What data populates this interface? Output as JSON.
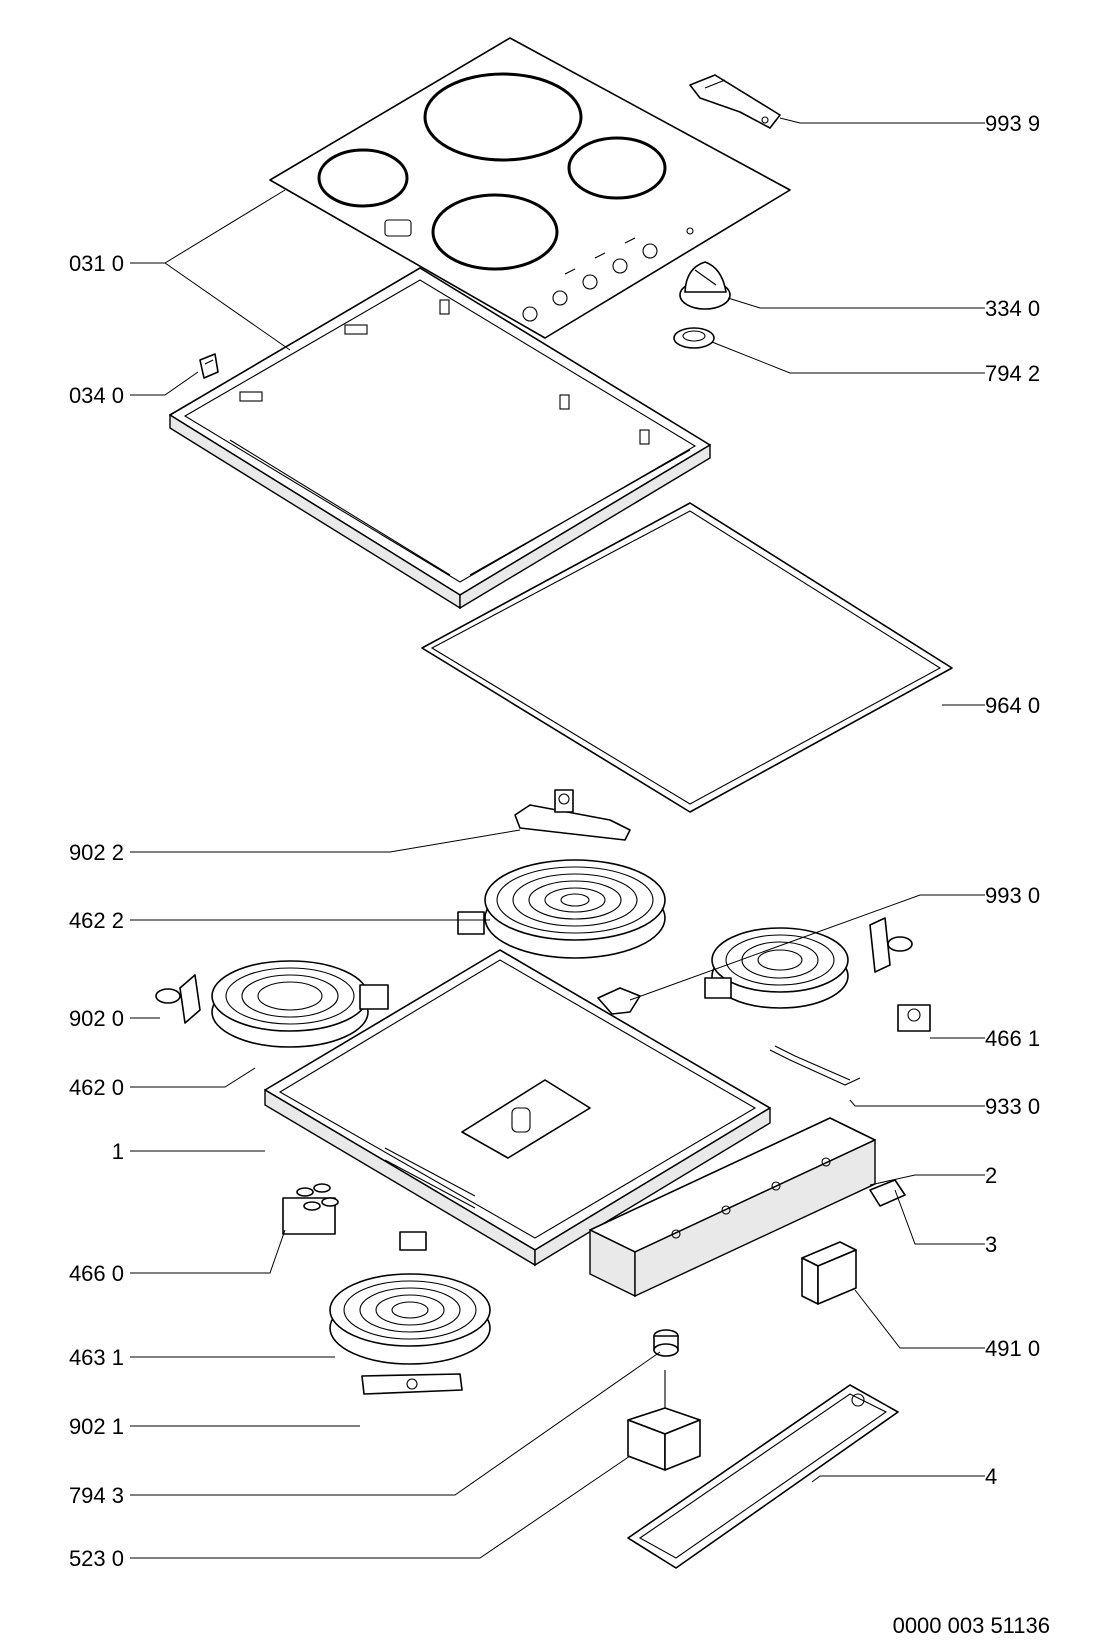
{
  "labels": {
    "p9939": "993 9",
    "p0310": "031 0",
    "p3340": "334 0",
    "p7942": "794 2",
    "p0340": "034 0",
    "p9640": "964 0",
    "p9022": "902 2",
    "p4622": "462 2",
    "p9930": "993 0",
    "p9020": "902 0",
    "p4661": "466 1",
    "p4620": "462 0",
    "p9330": "933 0",
    "p1": "1",
    "p2": "2",
    "p3": "3",
    "p4660": "466 0",
    "p4631": "463 1",
    "p4910": "491 0",
    "p9021": "902 1",
    "p7943": "794 3",
    "p4": "4",
    "p5230": "523 0"
  },
  "document_number": "0000 003 51136"
}
